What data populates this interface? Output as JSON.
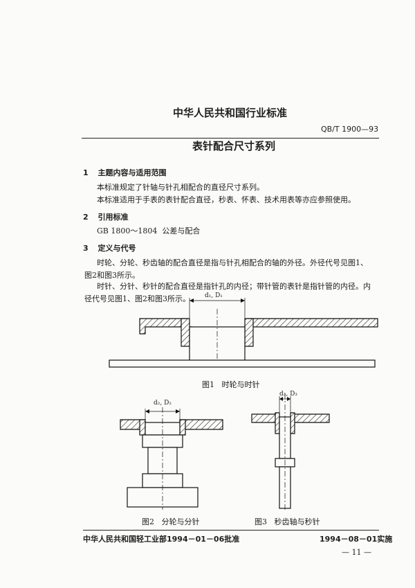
{
  "header": {
    "org_standard": "中华人民共和国行业标准",
    "code": "QB/T 1900—93",
    "title": "表针配合尺寸系列"
  },
  "sections": [
    {
      "number": "1",
      "title": "主题内容与适用范围",
      "paragraphs": [
        "本标准规定了针轴与针孔相配合的直径尺寸系列。",
        "本标准适用于手表的表针配合直径，秒表、怀表、技术用表等亦应参照使用。"
      ]
    },
    {
      "number": "2",
      "title": "引用标准",
      "paragraphs": [
        "GB 1800～1804  公差与配合"
      ]
    },
    {
      "number": "3",
      "title": "定义与代号",
      "paragraphs": [
        "时轮、分轮、秒齿轴的配合直径是指与针孔相配合的轴的外径。外径代号见图1、图2和图3所示。",
        "时针、分针、秒针的配合直径是指针孔的内径；带针管的表针是指针管的内径。内径代号见图1、图2和图3所示。"
      ]
    }
  ],
  "figures": {
    "fig1": {
      "caption": "图1   时轮与时针",
      "dim_label": "d₁, D₁"
    },
    "fig2": {
      "caption": "图2   分轮与分针",
      "dim_label": "d₂, D₂"
    },
    "fig3": {
      "caption": "图3   秒齿轴与秒针",
      "dim_label": "d₃, D₃"
    }
  },
  "footer": {
    "issuer": "中华人民共和国轻工业部1994－01－06批准",
    "effective": "1994－08－01实施",
    "page_number": "— 11 —"
  }
}
